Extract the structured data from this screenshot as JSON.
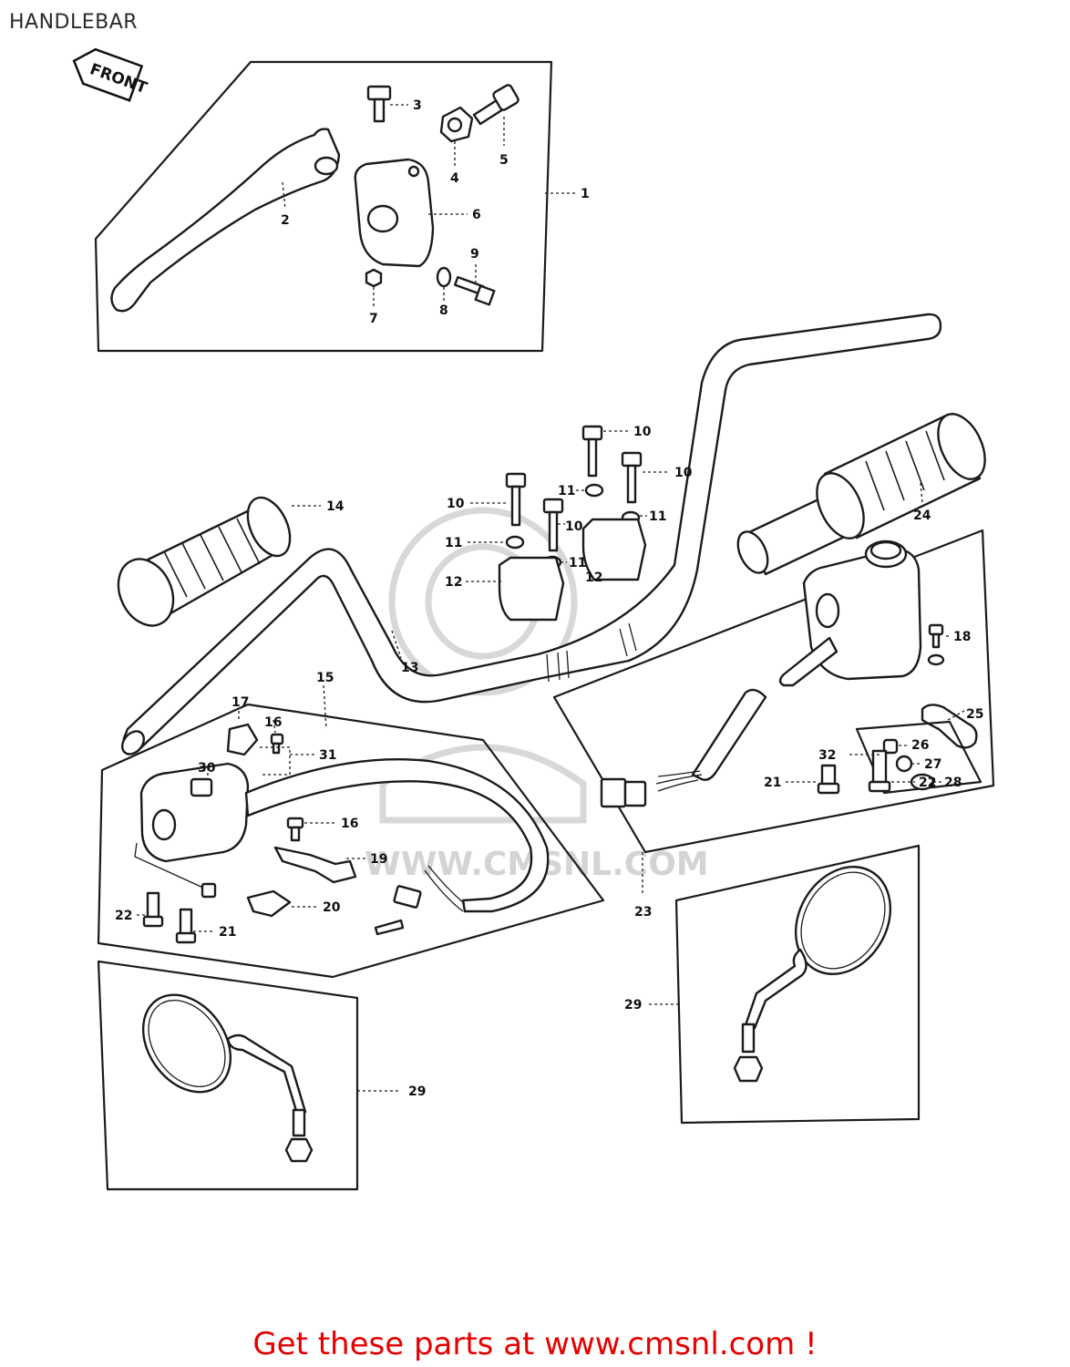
{
  "page_title": "HANDLEBAR",
  "front_label": "FRONT",
  "watermark_text": "WWW.CMSNL.COM",
  "footer_text": "Get these parts at www.cmsnl.com !",
  "accent_color": "#e60000",
  "callouts": {
    "c1": "1",
    "c2": "2",
    "c3": "3",
    "c4": "4",
    "c5": "5",
    "c6": "6",
    "c7": "7",
    "c8": "8",
    "c9": "9",
    "c10a": "10",
    "c10b": "10",
    "c10c": "10",
    "c10d": "10",
    "c11a": "11",
    "c11b": "11",
    "c11c": "11",
    "c11d": "11",
    "c12a": "12",
    "c12b": "12",
    "c13": "13",
    "c14": "14",
    "c15": "15",
    "c16a": "16",
    "c16b": "16",
    "c17": "17",
    "c18": "18",
    "c19": "19",
    "c20": "20",
    "c21a": "21",
    "c21b": "21",
    "c22a": "22",
    "c22b": "22",
    "c23": "23",
    "c24": "24",
    "c25": "25",
    "c26": "26",
    "c27": "27",
    "c28": "28",
    "c29a": "29",
    "c29b": "29",
    "c30": "30",
    "c31": "31",
    "c32": "32"
  }
}
